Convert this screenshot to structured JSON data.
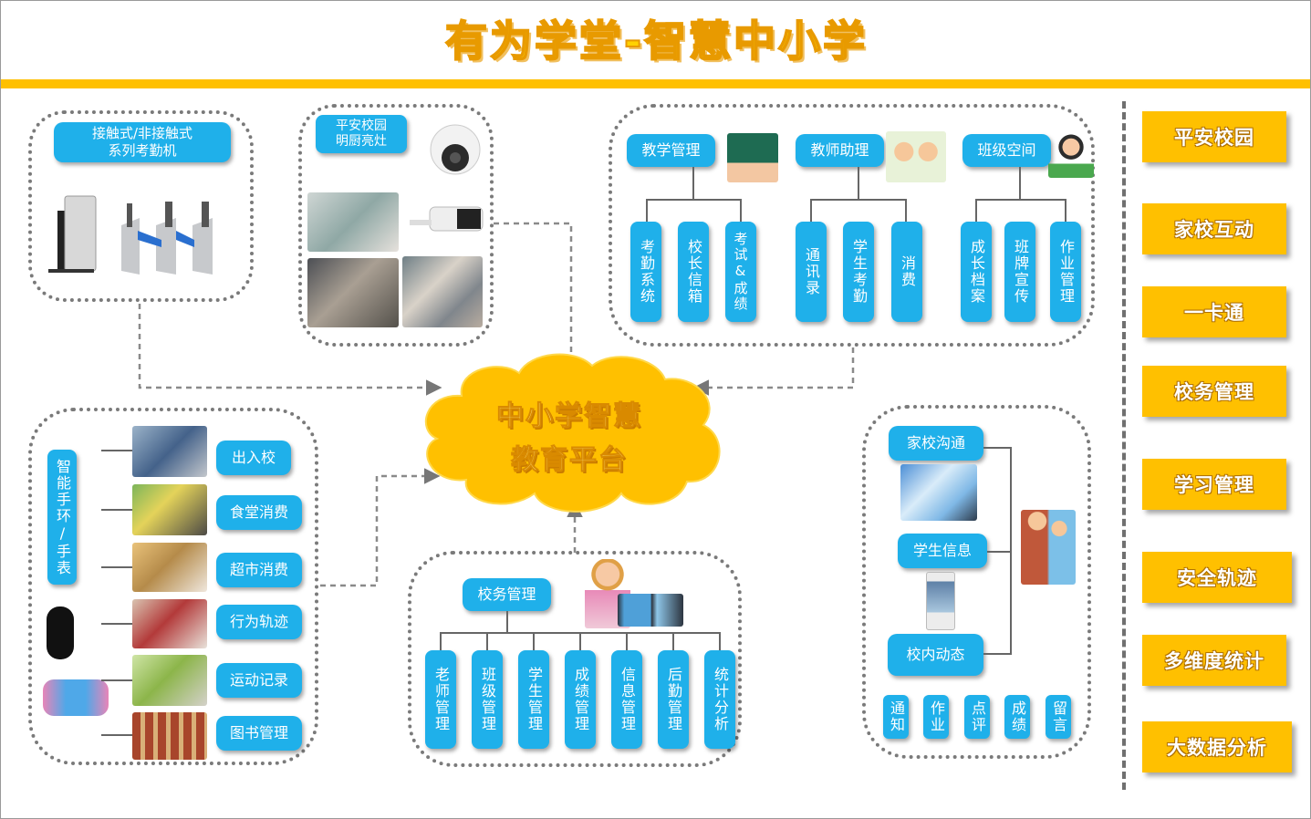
{
  "title": "有为学堂-智慧中小学",
  "center": {
    "line1": "中小学智慧",
    "line2": "教育平台"
  },
  "attendance": {
    "label": "接触式/非接触式\n系列考勤机"
  },
  "safety": {
    "label": "平安校园\n明厨亮灶"
  },
  "teaching": {
    "headers": [
      "教学管理",
      "教师助理",
      "班级空间"
    ],
    "items": [
      "考勤系统",
      "校长信箱",
      "考试&成绩",
      "通讯录",
      "学生考勤",
      "消费",
      "成长档案",
      "班牌宣传",
      "作业管理"
    ]
  },
  "wristband": {
    "label": "智能手环/手表",
    "items": [
      "出入校",
      "食堂消费",
      "超市消费",
      "行为轨迹",
      "运动记录",
      "图书管理"
    ]
  },
  "school_admin": {
    "label": "校务管理",
    "items": [
      "老师管理",
      "班级管理",
      "学生管理",
      "成绩管理",
      "信息管理",
      "后勤管理",
      "统计分析"
    ]
  },
  "home_school": {
    "items": [
      "家校沟通",
      "学生信息",
      "校内动态"
    ],
    "bottom": [
      "通知",
      "作业",
      "点评",
      "成绩",
      "留言"
    ]
  },
  "sidebar": [
    "平安校园",
    "家校互动",
    "一卡通",
    "校务管理",
    "学习管理",
    "安全轨迹",
    "多维度统计",
    "大数据分析"
  ],
  "colors": {
    "accent": "#ffc000",
    "button": "#1fb0ea",
    "dashed": "#7a7a7a"
  }
}
